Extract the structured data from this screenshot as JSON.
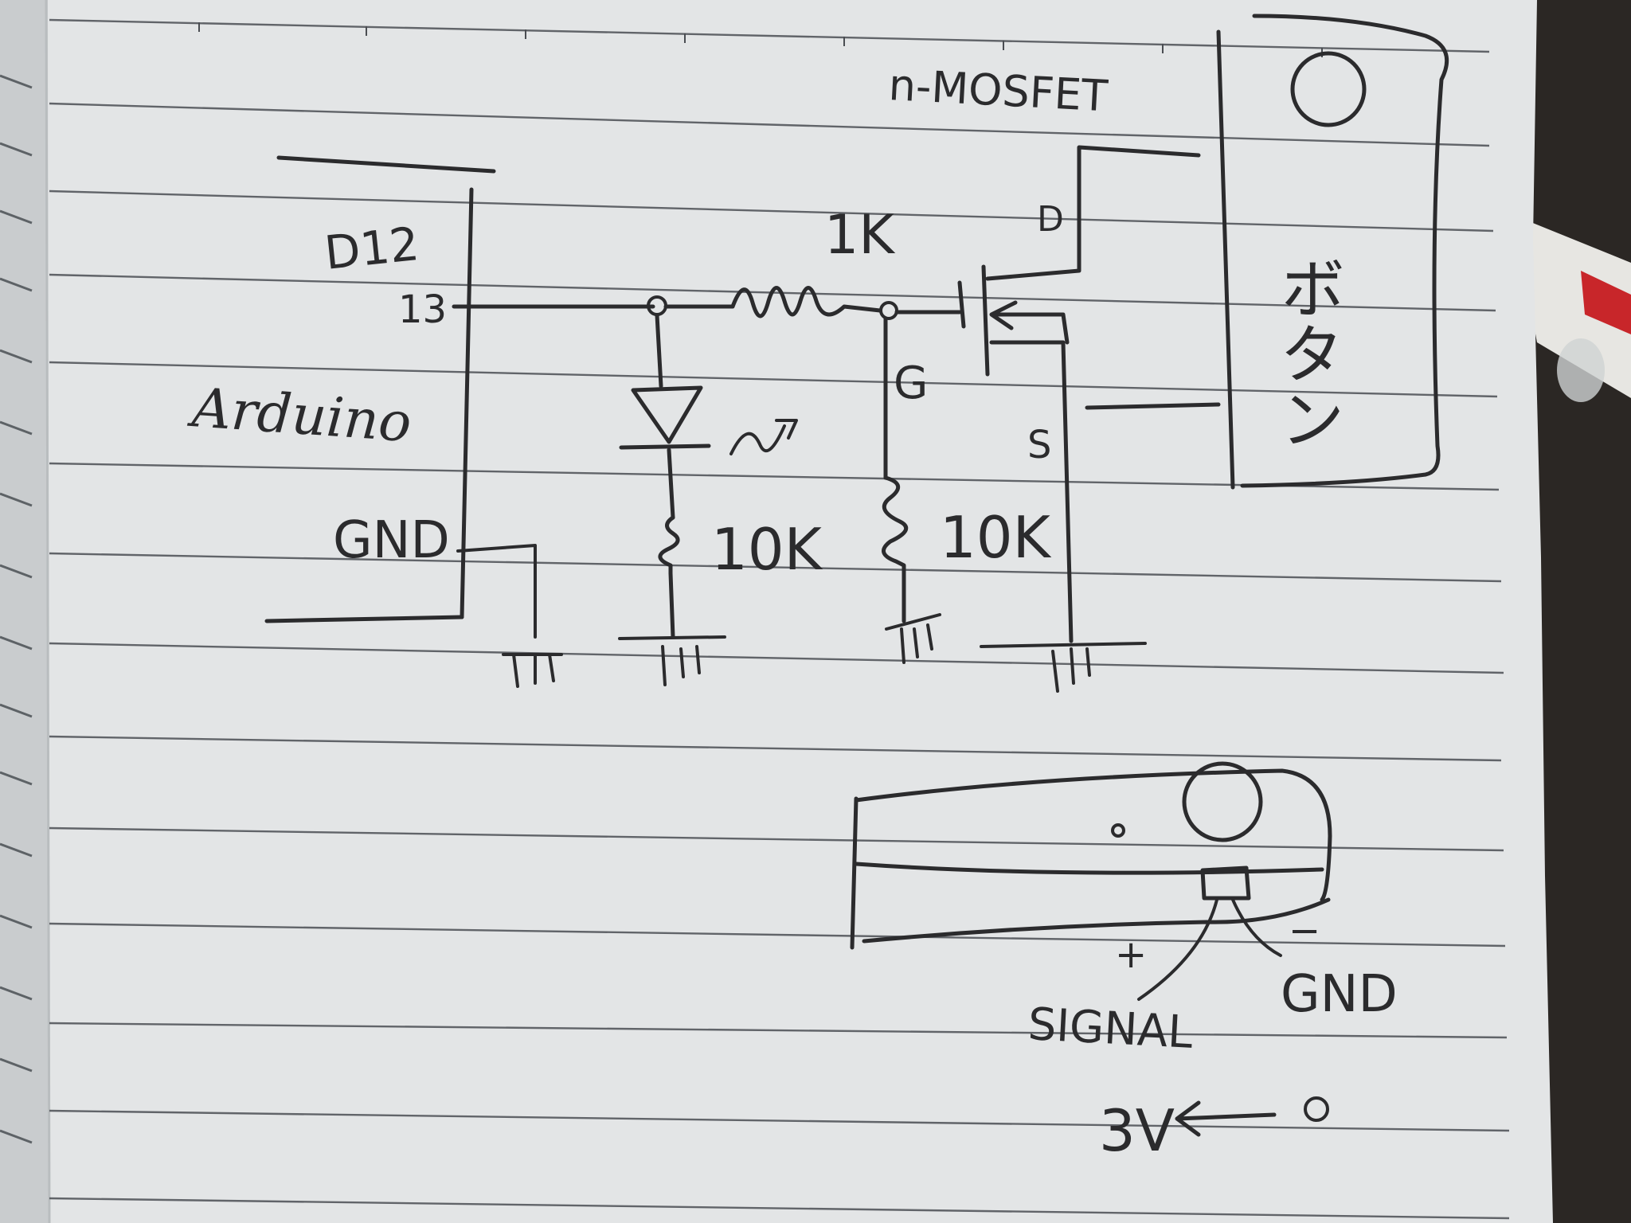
{
  "labels": {
    "mosfet": "n-MOSFET",
    "pin": "D12",
    "pin_number": "13",
    "board": "Arduino",
    "board_gnd": "GND",
    "resistor_top": "1K",
    "gate": "G",
    "drain": "D",
    "source": "S",
    "resistor_led": "10K",
    "resistor_gate": "10K",
    "button_box": "ボタン",
    "plus": "+",
    "minus": "−",
    "signal": "SIGNAL",
    "sensor_gnd": "GND",
    "supply": "3V"
  }
}
